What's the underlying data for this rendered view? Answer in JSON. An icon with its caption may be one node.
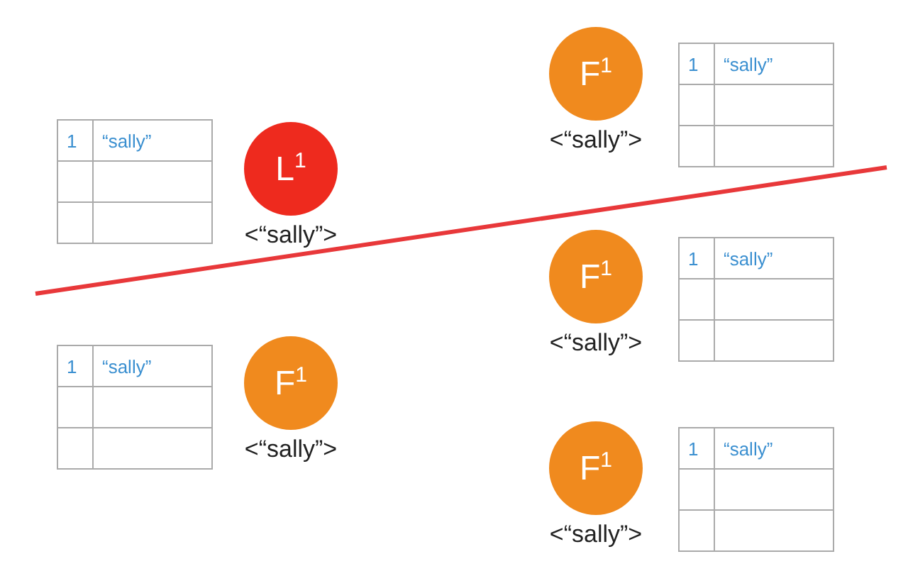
{
  "diagram": {
    "nodes": [
      {
        "text": [
          "1",
          "“sally”"
        ]
      },
      {
        "text": [
          "L$^{1}$"
        ],
        "beside": [
          "<“sally”>"
        ]
      },
      {
        "text": [
          "F$^{1}$"
        ],
        "beside": [
          "<“sally”>"
        ]
      },
      {
        "text": [
          "1",
          "“sally”"
        ]
      },
      {
        "text": [
          "F$^{1}$"
        ],
        "beside": [
          "<“sally”>"
        ]
      },
      {
        "text": [
          "1",
          "“sally”"
        ]
      },
      {
        "text": [
          "1",
          "“sally”"
        ]
      },
      {
        "text": [
          "F$^{1}$"
        ],
        "beside": [
          "<“sally”>"
        ]
      },
      {
        "text": [
          "F$^{1}$"
        ],
        "beside": [
          "<“sally”>"
        ]
      },
      {
        "text": [
          "1",
          "“sally”"
        ]
      }
    ]
  }
}
